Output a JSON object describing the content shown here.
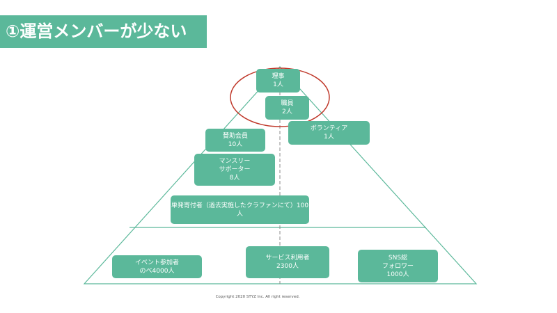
{
  "title": "①運営メンバーが少ない",
  "copyright": "Copyright 2020 STYZ Inc. All right reserved.",
  "colors": {
    "accent": "#5bb89a",
    "highlight_ring": "#c0392b",
    "divider": "#888888"
  },
  "boxes": {
    "riji": {
      "line1": "理事",
      "line2": "1人"
    },
    "shokuin": {
      "line1": "職員",
      "line2": "2人"
    },
    "volunteer": {
      "line1": "ボランティア",
      "line2": "1人"
    },
    "sanjo": {
      "line1": "賛助会員",
      "line2": "10人"
    },
    "monthly": {
      "line1": "マンスリー",
      "line2": "サポーター",
      "line3": "8人"
    },
    "tanpatsu": {
      "line1": "単発寄付者（過去実施したクラファンにて）100",
      "line2": "人"
    },
    "event": {
      "line1": "イベント参加者",
      "line2": "のべ4000人"
    },
    "service": {
      "line1": "サービス利用者",
      "line2": "2300人"
    },
    "sns": {
      "line1": "SNS総",
      "line2": "フォロワー",
      "line3": "1000人"
    }
  }
}
